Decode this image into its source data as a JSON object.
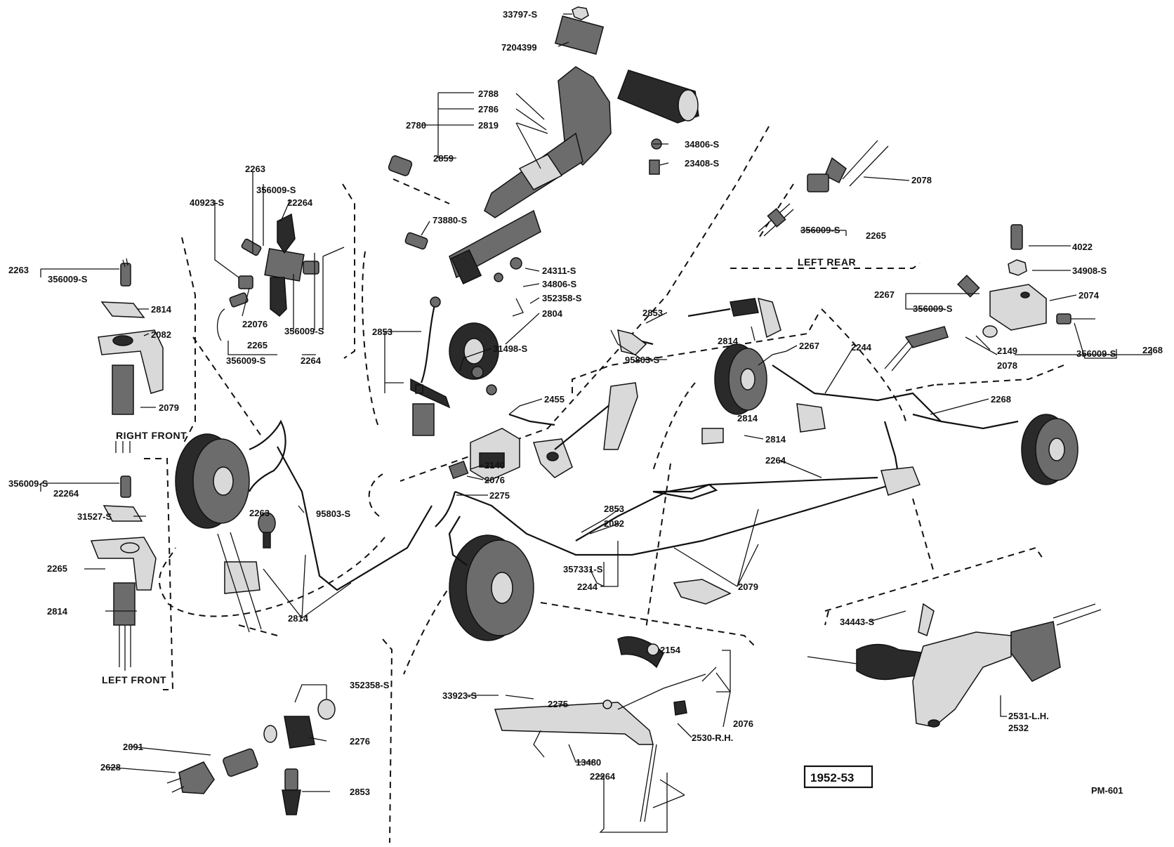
{
  "diagram": {
    "year_badge": "1952-53",
    "plate_code": "PM-601",
    "captions": {
      "right_front": "RIGHT FRONT",
      "left_front": "LEFT FRONT",
      "left_rear": "LEFT REAR"
    },
    "callouts": [
      {
        "id": "c01",
        "text": "33797-S"
      },
      {
        "id": "c02",
        "text": "7204399"
      },
      {
        "id": "c03",
        "text": "2788"
      },
      {
        "id": "c04",
        "text": "2786"
      },
      {
        "id": "c05",
        "text": "2780"
      },
      {
        "id": "c06",
        "text": "2819"
      },
      {
        "id": "c07",
        "text": "2859"
      },
      {
        "id": "c08",
        "text": "34806-S"
      },
      {
        "id": "c09",
        "text": "23408-S"
      },
      {
        "id": "c10",
        "text": "2078"
      },
      {
        "id": "c11",
        "text": "2263"
      },
      {
        "id": "c12",
        "text": "356009-S"
      },
      {
        "id": "c13",
        "text": "22264"
      },
      {
        "id": "c14",
        "text": "40923-S"
      },
      {
        "id": "c15",
        "text": "73880-S"
      },
      {
        "id": "c16",
        "text": "356009-S"
      },
      {
        "id": "c17",
        "text": "2265"
      },
      {
        "id": "c18",
        "text": "4022"
      },
      {
        "id": "c19",
        "text": "34908-S"
      },
      {
        "id": "c20",
        "text": "2263"
      },
      {
        "id": "c21",
        "text": "356009-S"
      },
      {
        "id": "c22",
        "text": "24311-S"
      },
      {
        "id": "c23",
        "text": "34806-S"
      },
      {
        "id": "c24",
        "text": "352358-S"
      },
      {
        "id": "c25",
        "text": "2804"
      },
      {
        "id": "c26",
        "text": "2267"
      },
      {
        "id": "c27",
        "text": "356009-S"
      },
      {
        "id": "c28",
        "text": "2074"
      },
      {
        "id": "c29",
        "text": "2814"
      },
      {
        "id": "c30",
        "text": "22076"
      },
      {
        "id": "c31",
        "text": "356009-S"
      },
      {
        "id": "c32",
        "text": "2853"
      },
      {
        "id": "c33",
        "text": "2853"
      },
      {
        "id": "c34",
        "text": "2082"
      },
      {
        "id": "c35",
        "text": "2265"
      },
      {
        "id": "c36",
        "text": "356009-S"
      },
      {
        "id": "c37",
        "text": "2264"
      },
      {
        "id": "c38",
        "text": "2814"
      },
      {
        "id": "c39",
        "text": "2149"
      },
      {
        "id": "c40",
        "text": "31498-S"
      },
      {
        "id": "c41",
        "text": "2268"
      },
      {
        "id": "c42",
        "text": "2267"
      },
      {
        "id": "c43",
        "text": "2244"
      },
      {
        "id": "c44",
        "text": "356009-S"
      },
      {
        "id": "c45",
        "text": "2078"
      },
      {
        "id": "c46",
        "text": "95803-S"
      },
      {
        "id": "c47",
        "text": "2079"
      },
      {
        "id": "c48",
        "text": "2455"
      },
      {
        "id": "c49",
        "text": "2268"
      },
      {
        "id": "c50",
        "text": "2814"
      },
      {
        "id": "c51",
        "text": "2140"
      },
      {
        "id": "c52",
        "text": "2076"
      },
      {
        "id": "c53",
        "text": "2264"
      },
      {
        "id": "c54",
        "text": "356009-S"
      },
      {
        "id": "c55",
        "text": "22264"
      },
      {
        "id": "c56",
        "text": "2275"
      },
      {
        "id": "c57",
        "text": "2814"
      },
      {
        "id": "c58",
        "text": "31527-S"
      },
      {
        "id": "c59",
        "text": "2263"
      },
      {
        "id": "c60",
        "text": "95803-S"
      },
      {
        "id": "c61",
        "text": "2853"
      },
      {
        "id": "c62",
        "text": "2082"
      },
      {
        "id": "c63",
        "text": "2265"
      },
      {
        "id": "c64",
        "text": "357331-S"
      },
      {
        "id": "c65",
        "text": "2079"
      },
      {
        "id": "c66",
        "text": "2814"
      },
      {
        "id": "c67",
        "text": "2244"
      },
      {
        "id": "c68",
        "text": "2814"
      },
      {
        "id": "c69",
        "text": "34443-S"
      },
      {
        "id": "c70",
        "text": "2154"
      },
      {
        "id": "c71",
        "text": "352358-S"
      },
      {
        "id": "c72",
        "text": "33923-S"
      },
      {
        "id": "c73",
        "text": "2275"
      },
      {
        "id": "c74",
        "text": "2076"
      },
      {
        "id": "c75",
        "text": "2276"
      },
      {
        "id": "c76",
        "text": "2091"
      },
      {
        "id": "c77",
        "text": "2530-R.H."
      },
      {
        "id": "c78",
        "text": "2531-L.H."
      },
      {
        "id": "c79",
        "text": "2532"
      },
      {
        "id": "c80",
        "text": "13480"
      },
      {
        "id": "c81",
        "text": "2628"
      },
      {
        "id": "c82",
        "text": "22264"
      },
      {
        "id": "c83",
        "text": "2853"
      }
    ]
  }
}
